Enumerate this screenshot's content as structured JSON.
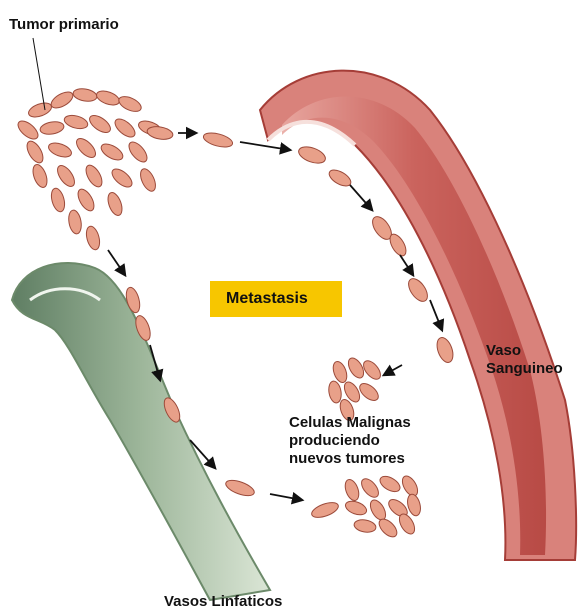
{
  "labels": {
    "tumor_primario": "Tumor primario",
    "metastasis": "Metastasis",
    "vaso_line1": "Vaso",
    "vaso_line2": "Sanguineo",
    "celulas_line1": "Celulas Malignas",
    "celulas_line2": "produciendo",
    "celulas_line3": "nuevos tumores",
    "vasos_linfaticos": "Vasos Linfaticos"
  },
  "colors": {
    "highlight_box": "#f7c600",
    "blood_vessel": "#c0504d",
    "lymph_vessel": "#8fa88a",
    "cell_fill": "#e8a089",
    "cell_stroke": "#9b4a3a",
    "arrow": "#111111"
  }
}
